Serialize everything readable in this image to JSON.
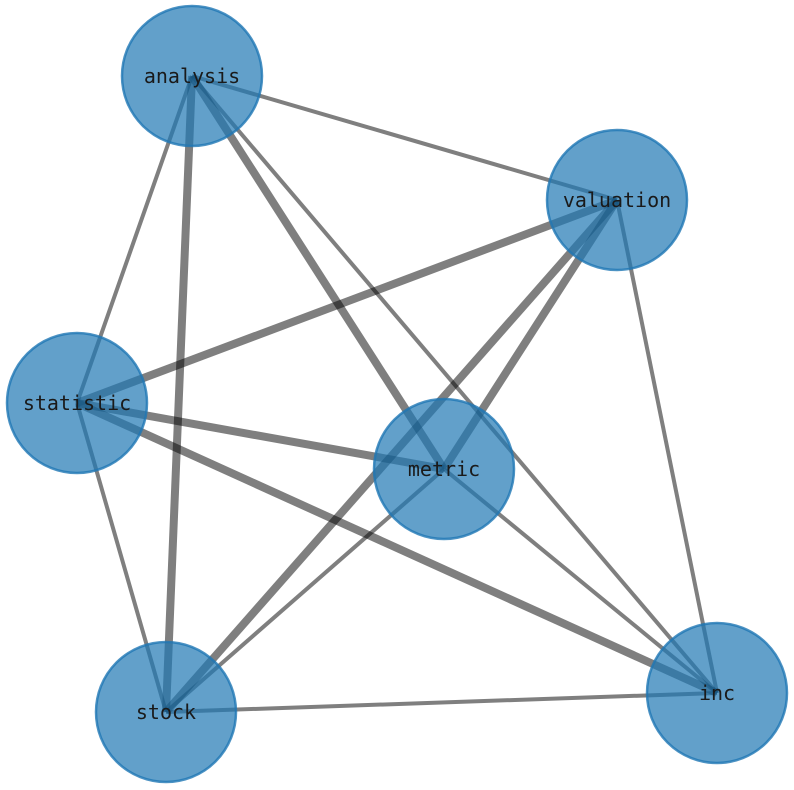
{
  "graph": {
    "colors": {
      "node": "#1f77b4",
      "edge": "#000000"
    },
    "nodes": [
      {
        "id": "analysis",
        "label": "analysis"
      },
      {
        "id": "valuation",
        "label": "valuation"
      },
      {
        "id": "statistic",
        "label": "statistic"
      },
      {
        "id": "metric",
        "label": "metric"
      },
      {
        "id": "stock",
        "label": "stock"
      },
      {
        "id": "inc",
        "label": "inc"
      }
    ],
    "edges": [
      {
        "source": "analysis",
        "target": "valuation",
        "weight": 1
      },
      {
        "source": "analysis",
        "target": "statistic",
        "weight": 1
      },
      {
        "source": "analysis",
        "target": "stock",
        "weight": 2
      },
      {
        "source": "analysis",
        "target": "metric",
        "weight": 2
      },
      {
        "source": "analysis",
        "target": "inc",
        "weight": 1
      },
      {
        "source": "valuation",
        "target": "statistic",
        "weight": 2
      },
      {
        "source": "valuation",
        "target": "metric",
        "weight": 2
      },
      {
        "source": "valuation",
        "target": "stock",
        "weight": 2
      },
      {
        "source": "valuation",
        "target": "inc",
        "weight": 1
      },
      {
        "source": "statistic",
        "target": "metric",
        "weight": 2
      },
      {
        "source": "statistic",
        "target": "inc",
        "weight": 2
      },
      {
        "source": "statistic",
        "target": "stock",
        "weight": 1
      },
      {
        "source": "metric",
        "target": "stock",
        "weight": 1
      },
      {
        "source": "metric",
        "target": "inc",
        "weight": 1
      },
      {
        "source": "stock",
        "target": "inc",
        "weight": 1
      }
    ]
  }
}
